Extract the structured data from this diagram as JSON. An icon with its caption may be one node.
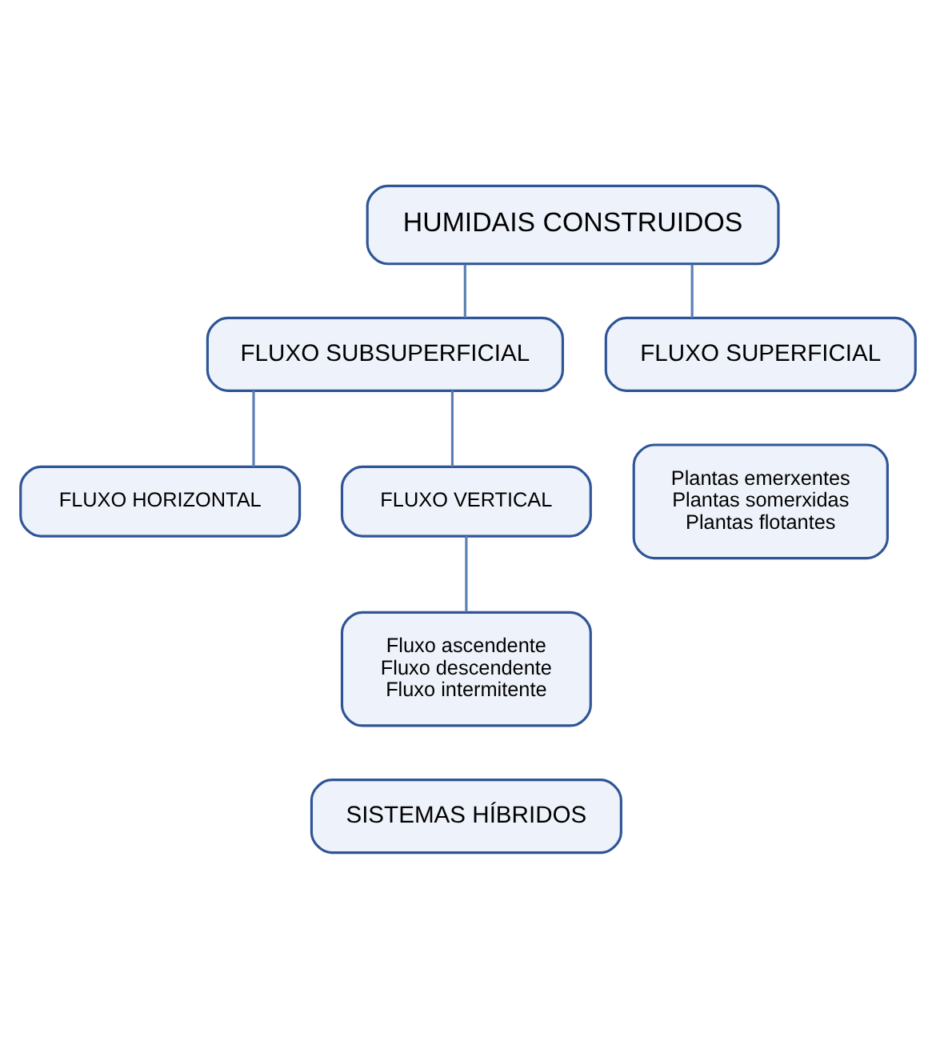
{
  "diagram": {
    "nodes": [
      {
        "text": [
          "HUMIDAIS CONSTRUIDOS"
        ]
      },
      {
        "text": [
          "FLUXO SUBSUPERFICIAL"
        ]
      },
      {
        "text": [
          "FLUXO SUPERFICIAL"
        ]
      },
      {
        "text": [
          "FLUXO HORIZONTAL"
        ]
      },
      {
        "text": [
          "FLUXO VERTICAL"
        ]
      },
      {
        "text": [
          "Plantas emerxentes",
          "Plantas somerxidas",
          "Plantas flotantes"
        ]
      },
      {
        "text": [
          "Fluxo ascendente",
          "Fluxo descendente",
          "Fluxo intermitente"
        ]
      },
      {
        "text": [
          "SISTEMAS HÍBRIDOS"
        ]
      }
    ],
    "edges": [
      {
        "from": 0,
        "to": 1,
        "arrow": "none"
      },
      {
        "from": 0,
        "to": 2,
        "arrow": "none"
      },
      {
        "from": 1,
        "to": 3,
        "arrow": "none"
      },
      {
        "from": 1,
        "to": 4,
        "arrow": "none"
      },
      {
        "from": 4,
        "to": 6,
        "arrow": "none"
      }
    ]
  }
}
